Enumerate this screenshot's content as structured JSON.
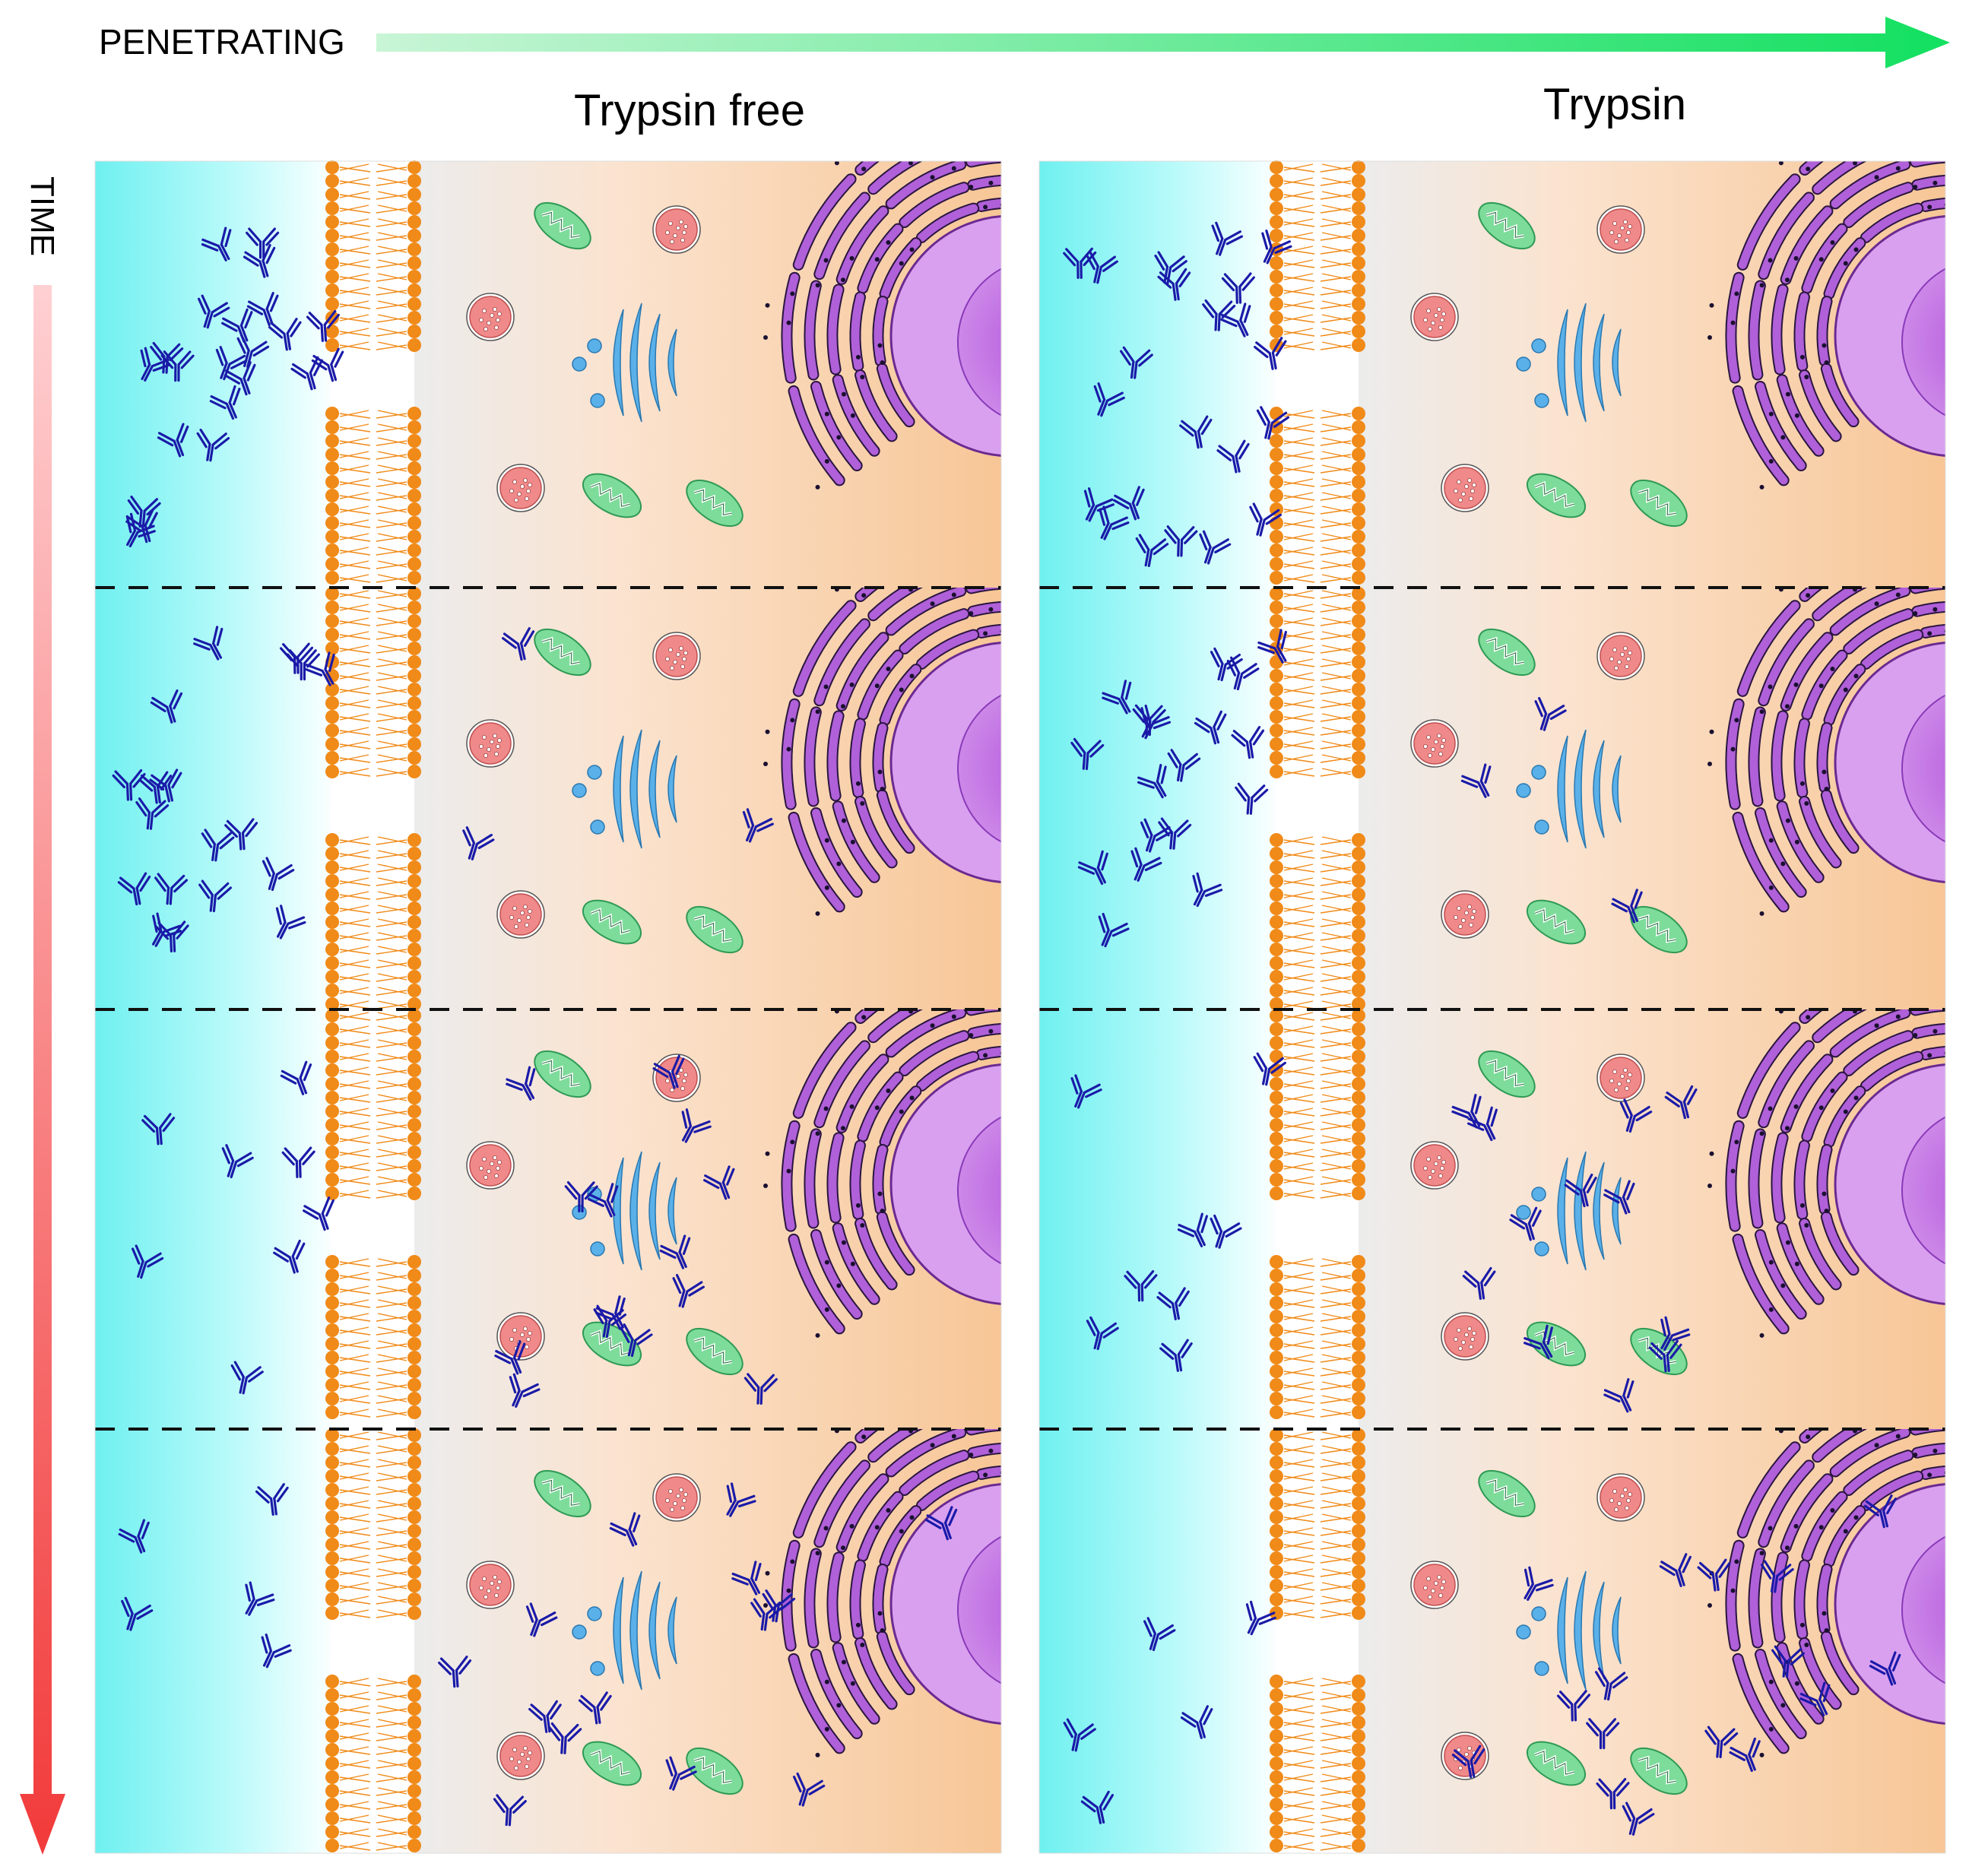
{
  "axis_labels": {
    "penetrating": "PENETRATING",
    "time": "TIME"
  },
  "columns": [
    {
      "title": "Trypsin free"
    },
    {
      "title": "Trypsin"
    }
  ],
  "colors": {
    "arrow_penetrating": "#1ee86a",
    "arrow_time": "#f24040",
    "medium": "#7ff4f4",
    "cytoplasm": "#f8c9a0",
    "membrane": "#f08a18",
    "antibody": "#1a1aa8",
    "er": "#b060d8",
    "nucleus": "#d9a0f0",
    "golgi": "#5ab0e8",
    "mitochondria": "#7ddc9a",
    "vesicle": "#f08a8a"
  },
  "icons": [
    "antibody-icon",
    "mitochondrion-icon",
    "vesicle-icon",
    "golgi-icon",
    "endoplasmic-reticulum-icon",
    "nucleus-icon",
    "membrane-icon"
  ]
}
